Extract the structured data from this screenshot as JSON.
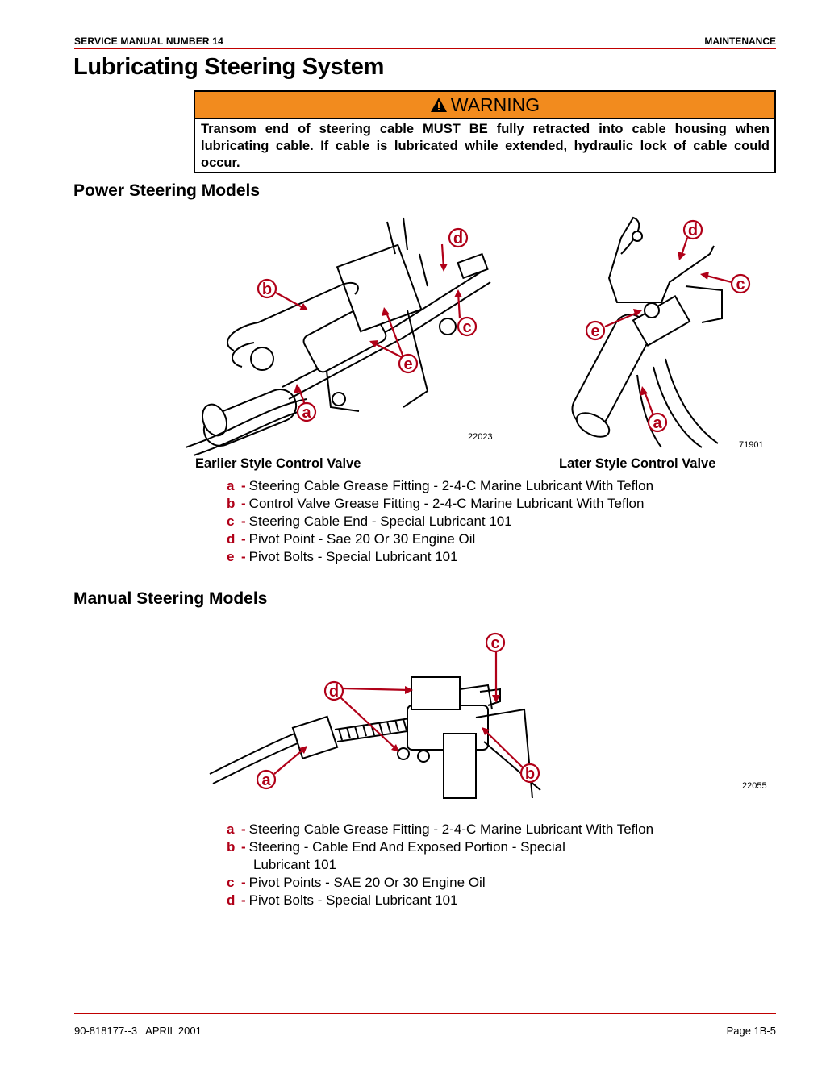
{
  "header": {
    "manual": "SERVICE MANUAL NUMBER 14",
    "section": "MAINTENANCE"
  },
  "title": "Lubricating Steering System",
  "warning": {
    "label": "WARNING",
    "text": "Transom end of steering cable MUST BE fully retracted into cable housing when lubricating cable. If cable is lubricated while extended, hydraulic lock of cable could occur."
  },
  "power": {
    "heading": "Power Steering Models",
    "figure_left": {
      "number": "22023",
      "caption": "Earlier Style Control Valve"
    },
    "figure_right": {
      "number": "71901",
      "caption": "Later Style Control Valve"
    },
    "callouts": [
      "a",
      "b",
      "c",
      "d",
      "e"
    ],
    "legend": [
      {
        "key": "a",
        "text": "Steering Cable Grease Fitting - 2-4-C Marine Lubricant With Teflon"
      },
      {
        "key": "b",
        "text": "Control Valve Grease Fitting - 2-4-C Marine Lubricant With Teflon"
      },
      {
        "key": "c",
        "text": "Steering Cable End - Special Lubricant 101"
      },
      {
        "key": "d",
        "text": "Pivot Point - Sae 20 Or 30 Engine Oil"
      },
      {
        "key": "e",
        "text": "Pivot Bolts - Special Lubricant 101"
      }
    ]
  },
  "manual": {
    "heading": "Manual Steering Models",
    "figure": {
      "number": "22055"
    },
    "callouts": [
      "a",
      "b",
      "c",
      "d"
    ],
    "legend": [
      {
        "key": "a",
        "text": "Steering Cable Grease Fitting - 2-4-C Marine Lubricant With Teflon"
      },
      {
        "key": "b",
        "text": "Steering - Cable End And Exposed Portion - Special",
        "text2": "Lubricant 101"
      },
      {
        "key": "c",
        "text": "Pivot Points - SAE 20 Or 30 Engine Oil"
      },
      {
        "key": "d",
        "text": "Pivot Bolts - Special Lubricant 101"
      }
    ]
  },
  "footer": {
    "doc": "90-818177--3   APRIL 2001",
    "page": "Page 1B-5"
  },
  "colors": {
    "rule": "#c00000",
    "warning_bg": "#f28b1e",
    "callout": "#b00018"
  }
}
